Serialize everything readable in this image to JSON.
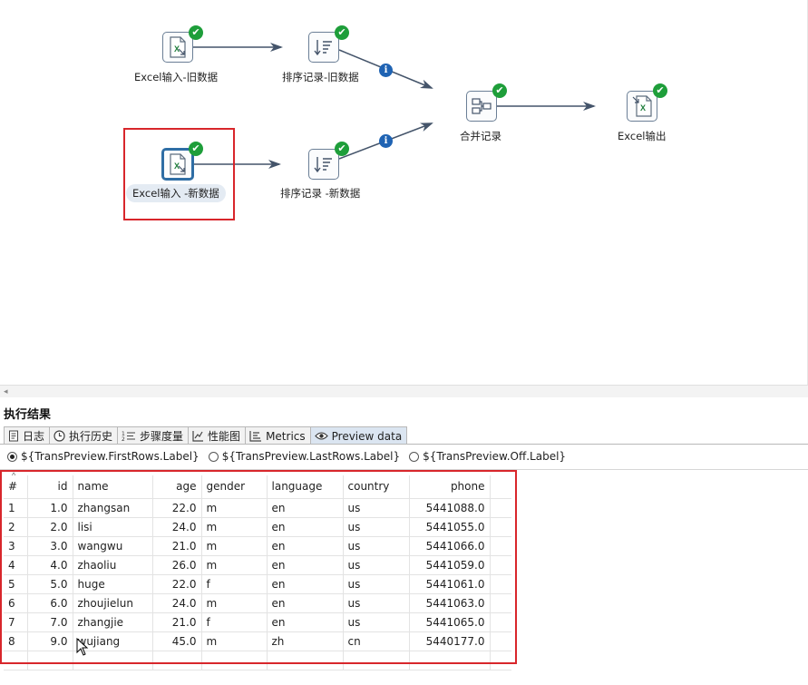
{
  "canvas": {
    "nodes": [
      {
        "id": "excel-in-old",
        "label": "Excel输入-旧数据"
      },
      {
        "id": "sort-old",
        "label": "排序记录-旧数据"
      },
      {
        "id": "merge",
        "label": "合并记录"
      },
      {
        "id": "excel-out",
        "label": "Excel输出"
      },
      {
        "id": "excel-in-new",
        "label": "Excel输入 -新数据"
      },
      {
        "id": "sort-new",
        "label": "排序记录 -新数据"
      }
    ],
    "check_glyph": "✔",
    "info_glyph": "i"
  },
  "panel": {
    "title": "执行结果",
    "tabs": [
      {
        "label": "日志",
        "icon": "log-icon"
      },
      {
        "label": "执行历史",
        "icon": "history-icon"
      },
      {
        "label": "步骤度量",
        "icon": "step-metrics-icon"
      },
      {
        "label": "性能图",
        "icon": "chart-icon"
      },
      {
        "label": "Metrics",
        "icon": "metrics-icon"
      },
      {
        "label": "Preview data",
        "icon": "eye-icon",
        "active": true
      }
    ],
    "radios": [
      {
        "label": "${TransPreview.FirstRows.Label}",
        "selected": true
      },
      {
        "label": "${TransPreview.LastRows.Label}",
        "selected": false
      },
      {
        "label": "${TransPreview.Off.Label}",
        "selected": false
      }
    ]
  },
  "grid": {
    "columns": [
      "#",
      "id",
      "name",
      "age",
      "gender",
      "language",
      "country",
      "phone"
    ],
    "rows": [
      [
        "1",
        "1.0",
        "zhangsan",
        "22.0",
        "m",
        "en",
        "us",
        "5441088.0"
      ],
      [
        "2",
        "2.0",
        "lisi",
        "24.0",
        "m",
        "en",
        "us",
        "5441055.0"
      ],
      [
        "3",
        "3.0",
        "wangwu",
        "21.0",
        "m",
        "en",
        "us",
        "5441066.0"
      ],
      [
        "4",
        "4.0",
        "zhaoliu",
        "26.0",
        "m",
        "en",
        "us",
        "5441059.0"
      ],
      [
        "5",
        "5.0",
        "huge",
        "22.0",
        "f",
        "en",
        "us",
        "5441061.0"
      ],
      [
        "6",
        "6.0",
        "zhoujielun",
        "24.0",
        "m",
        "en",
        "us",
        "5441063.0"
      ],
      [
        "7",
        "7.0",
        "zhangjie",
        "21.0",
        "f",
        "en",
        "us",
        "5441065.0"
      ],
      [
        "8",
        "9.0",
        "wujiang",
        "45.0",
        "m",
        "zh",
        "cn",
        "5440177.0"
      ]
    ]
  },
  "colors": {
    "highlight_red": "#d8262b",
    "success_green": "#1e9e3a",
    "info_blue": "#1f63b3",
    "hop_line": "#44546a",
    "selected_border": "#2f6ea5"
  }
}
